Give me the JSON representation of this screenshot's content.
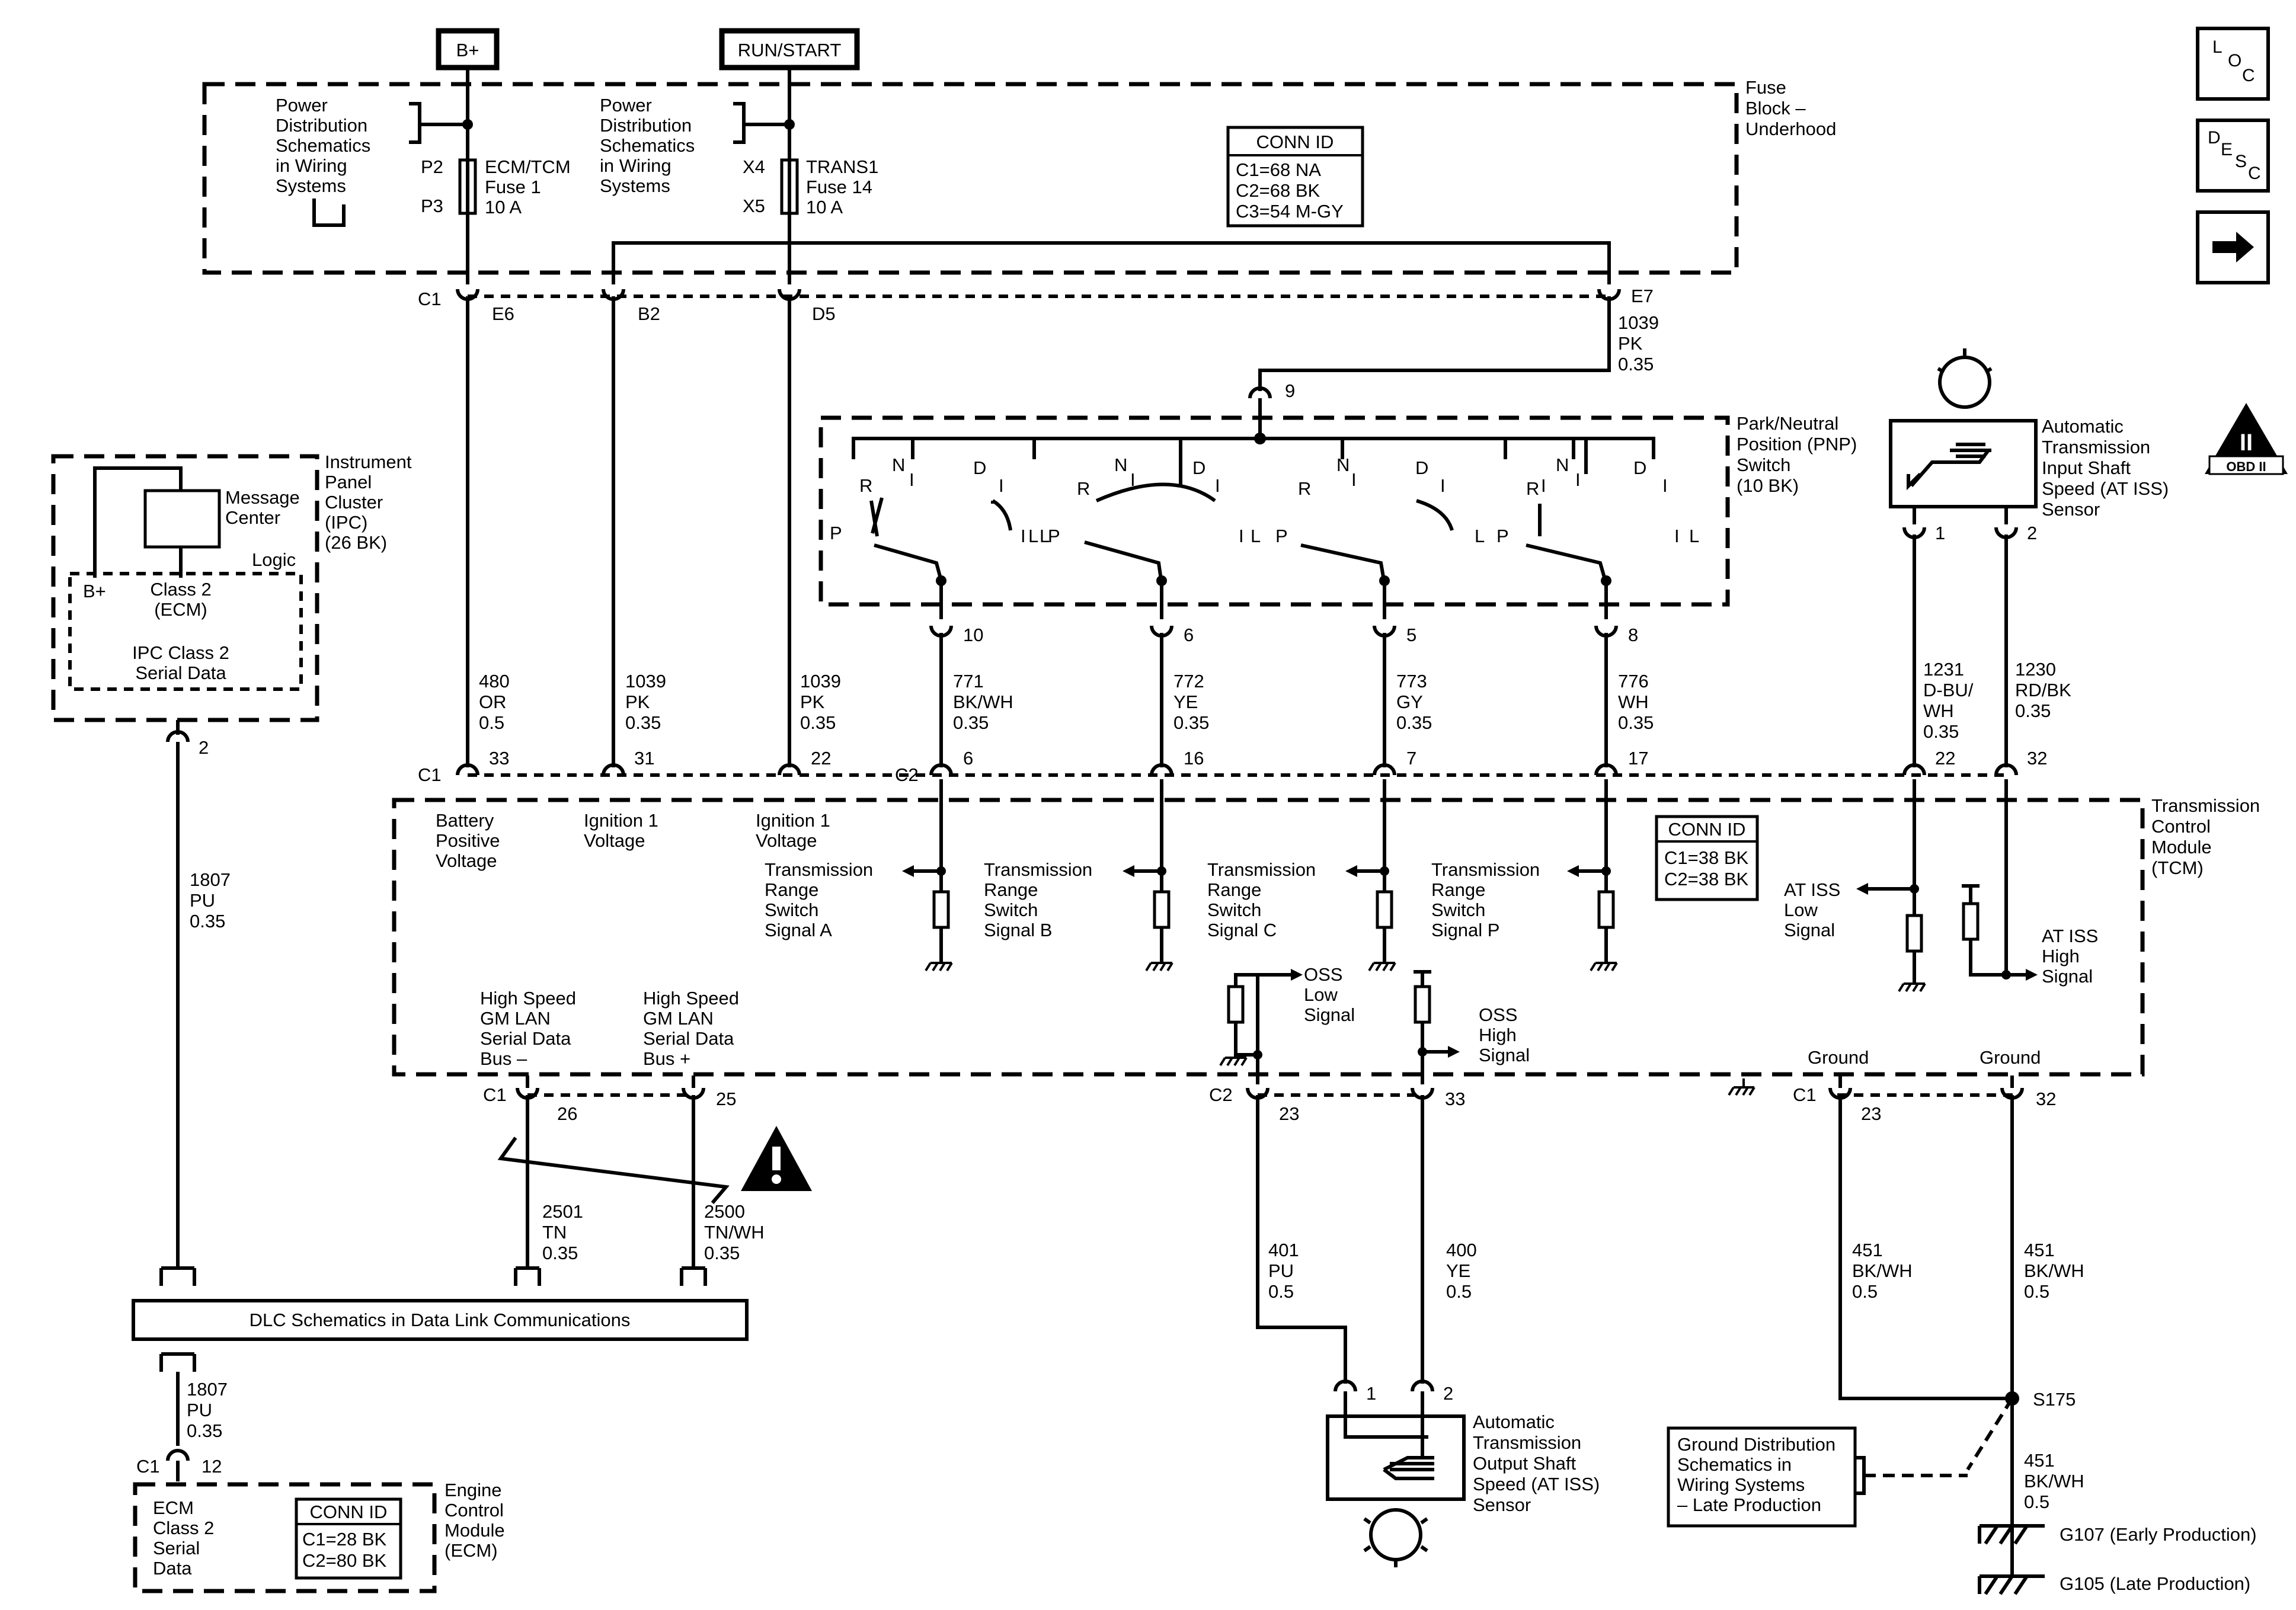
{
  "power": {
    "bplus": "B+",
    "runstart": "RUN/START"
  },
  "fuse_block": {
    "label": [
      "Fuse",
      "Block –",
      "Underhood"
    ],
    "pds1": [
      "Power",
      "Distribution",
      "Schematics",
      "in Wiring",
      "Systems"
    ],
    "pds2": [
      "Power",
      "Distribution",
      "Schematics",
      "in Wiring",
      "Systems"
    ],
    "fuse1": {
      "p_top": "P2",
      "p_bot": "P3",
      "lines": [
        "ECM/TCM",
        "Fuse 1",
        "10 A"
      ]
    },
    "fuse2": {
      "p_top": "X4",
      "p_bot": "X5",
      "lines": [
        "TRANS1",
        "Fuse 14",
        "10 A"
      ]
    },
    "conn": {
      "title": "CONN ID",
      "lines": [
        "C1=68 NA",
        "C2=68 BK",
        "C3=54 M-GY"
      ]
    },
    "pins": {
      "c1": "C1",
      "e6": "E6",
      "b2": "B2",
      "d5": "D5",
      "e7": "E7"
    }
  },
  "wire_1039_top": [
    "1039",
    "PK",
    "0.35"
  ],
  "pnp": {
    "label": [
      "Park/Neutral",
      "Position (PNP)",
      "Switch",
      "(10 BK)"
    ],
    "pin_in": "9",
    "positions": {
      "p": "P",
      "r": "R",
      "n": "N",
      "d": "D",
      "l": "L",
      "i": "I"
    },
    "pins": [
      "10",
      "6",
      "5",
      "8"
    ]
  },
  "pnp_wires": [
    [
      "771",
      "BK/WH",
      "0.35"
    ],
    [
      "772",
      "YE",
      "0.35"
    ],
    [
      "773",
      "GY",
      "0.35"
    ],
    [
      "776",
      "WH",
      "0.35"
    ]
  ],
  "ipc": {
    "label": [
      "Instrument",
      "Panel",
      "Cluster",
      "(IPC)",
      "(26 BK)"
    ],
    "message": [
      "Message",
      "Center"
    ],
    "logic": "Logic",
    "bplus": "B+",
    "class2": [
      "Class 2",
      "(ECM)"
    ],
    "serial": [
      "IPC Class 2",
      "Serial Data"
    ],
    "pin": "2"
  },
  "wire_1807_top": [
    "1807",
    "PU",
    "0.35"
  ],
  "power_wires": [
    [
      "480",
      "OR",
      "0.5"
    ],
    [
      "1039",
      "PK",
      "0.35"
    ],
    [
      "1039",
      "PK",
      "0.35"
    ]
  ],
  "issensor": {
    "label": [
      "Automatic",
      "Transmission",
      "Input Shaft",
      "Speed (AT ISS)",
      "Sensor"
    ],
    "pin1": "1",
    "pin2": "2",
    "obd": "OBD II",
    "obd_num": "II"
  },
  "iss_wires": [
    [
      "1231",
      "D-BU/",
      "WH",
      "0.35"
    ],
    [
      "1230",
      "RD/BK",
      "0.35"
    ]
  ],
  "tcm": {
    "label": [
      "Transmission",
      "Control",
      "Module",
      "(TCM)"
    ],
    "conn": {
      "title": "CONN ID",
      "lines": [
        "C1=38 BK",
        "C2=38 BK"
      ]
    },
    "c1": "C1",
    "c2": "C2",
    "top_pins": [
      "33",
      "31",
      "22",
      "6",
      "16",
      "7",
      "17",
      "22",
      "32"
    ],
    "bat": [
      "Battery",
      "Positive",
      "Voltage"
    ],
    "ign1": [
      "Ignition 1",
      "Voltage"
    ],
    "ign2": [
      "Ignition 1",
      "Voltage"
    ],
    "trs": [
      [
        "Transmission",
        "Range",
        "Switch",
        "Signal A"
      ],
      [
        "Transmission",
        "Range",
        "Switch",
        "Signal B"
      ],
      [
        "Transmission",
        "Range",
        "Switch",
        "Signal C"
      ],
      [
        "Transmission",
        "Range",
        "Switch",
        "Signal P"
      ]
    ],
    "iss_low": [
      "AT ISS",
      "Low",
      "Signal"
    ],
    "iss_high": [
      "AT ISS",
      "High",
      "Signal"
    ],
    "oss_low": [
      "OSS",
      "Low",
      "Signal"
    ],
    "oss_high": [
      "OSS",
      "High",
      "Signal"
    ],
    "lan_minus": [
      "High Speed",
      "GM LAN",
      "Serial Data",
      "Bus –"
    ],
    "lan_plus": [
      "High Speed",
      "GM LAN",
      "Serial Data",
      "Bus +"
    ],
    "ground1": "Ground",
    "ground2": "Ground",
    "bot_pins": [
      "26",
      "25",
      "23",
      "33",
      "23",
      "32"
    ]
  },
  "lan_wires": [
    [
      "2501",
      "TN",
      "0.35"
    ],
    [
      "2500",
      "TN/WH",
      "0.35"
    ]
  ],
  "dlc": "DLC Schematics in Data Link Communications",
  "wire_1807_bot": [
    "1807",
    "PU",
    "0.35"
  ],
  "ecm": {
    "label": [
      "Engine",
      "Control",
      "Module",
      "(ECM)"
    ],
    "lines": [
      "ECM",
      "Class 2",
      "Serial",
      "Data"
    ],
    "conn": {
      "title": "CONN ID",
      "lines": [
        "C1=28 BK",
        "C2=80 BK"
      ]
    },
    "c1": "C1",
    "pin": "12"
  },
  "oss_wires": [
    [
      "401",
      "PU",
      "0.5"
    ],
    [
      "400",
      "YE",
      "0.5"
    ]
  ],
  "osssensor": {
    "label": [
      "Automatic",
      "Transmission",
      "Output Shaft",
      "Speed (AT ISS)",
      "Sensor"
    ],
    "pin1": "1",
    "pin2": "2"
  },
  "gnd_wires": [
    [
      "451",
      "BK/WH",
      "0.5"
    ],
    [
      "451",
      "BK/WH",
      "0.5"
    ],
    [
      "451",
      "BK/WH",
      "0.5"
    ]
  ],
  "splice": "S175",
  "gnd_dist": [
    "Ground Distribution",
    "Schematics in",
    "Wiring Systems",
    "– Late Production"
  ],
  "g107": "G107 (Early Production)",
  "g105": "G105 (Late Production)",
  "nav": {
    "loc": [
      "L",
      "O",
      "C"
    ],
    "desc": [
      "D",
      "E",
      "S",
      "C"
    ]
  }
}
